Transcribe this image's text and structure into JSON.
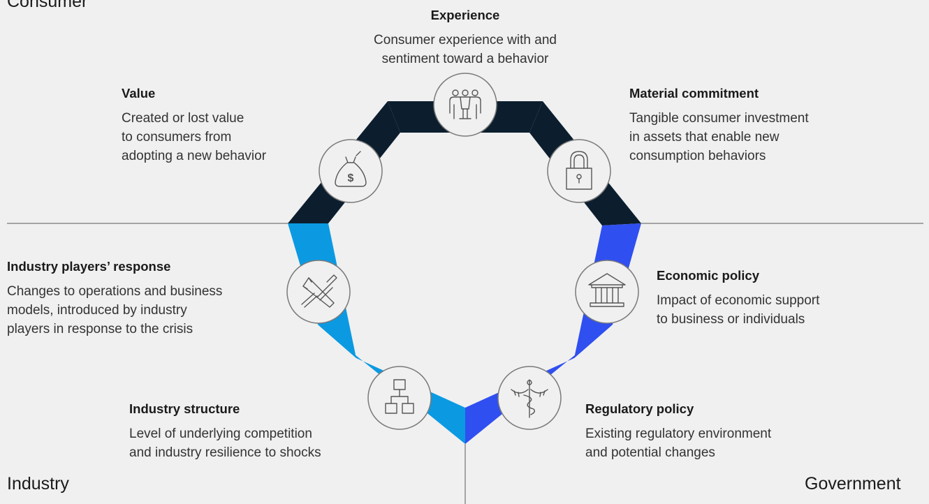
{
  "sections": {
    "consumer": "Consumer",
    "industry": "Industry",
    "government": "Government"
  },
  "colors": {
    "consumer": "#0c1e2e",
    "industry": "#0b9ae2",
    "government": "#2f4ff0",
    "circle_fill": "#f0f0f0",
    "icon_stroke": "#555555"
  },
  "items": {
    "experience": {
      "title": "Experience",
      "desc": "Consumer experience with and\nsentiment toward a behavior",
      "icon": "people-icon"
    },
    "value": {
      "title": "Value",
      "desc": "Created or lost value\nto consumers from\nadopting a new behavior",
      "icon": "money-bag-icon"
    },
    "material": {
      "title": "Material commitment",
      "desc": "Tangible consumer investment\nin assets that enable new\nconsumption behaviors",
      "icon": "padlock-icon"
    },
    "players": {
      "title": "Industry players’ response",
      "desc": "Changes to operations and business\nmodels, introduced by industry\nplayers in response to the crisis",
      "icon": "tools-icon"
    },
    "economic": {
      "title": "Economic policy",
      "desc": "Impact of economic support\nto business or individuals",
      "icon": "bank-icon"
    },
    "structure": {
      "title": "Industry structure",
      "desc": "Level of underlying competition\nand industry resilience to shocks",
      "icon": "org-chart-icon"
    },
    "regulatory": {
      "title": "Regulatory policy",
      "desc": "Existing regulatory environment\nand potential changes",
      "icon": "caduceus-icon"
    }
  }
}
